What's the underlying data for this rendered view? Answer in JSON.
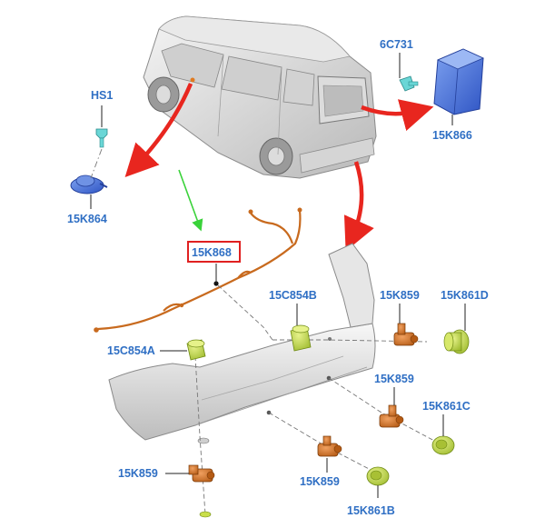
{
  "labels": {
    "hs1": "HS1",
    "p6c731": "6C731",
    "p15k866": "15K866",
    "p15k864": "15K864",
    "p15k868": "15K868",
    "p15c854b": "15C854B",
    "p15k859_a": "15K859",
    "p15k861d": "15K861D",
    "p15c854a": "15C854A",
    "p15k859_b": "15K859",
    "p15k861c": "15K861C",
    "p15k859_c": "15K859",
    "p15k859_d": "15K859",
    "p15k861b": "15K861B"
  },
  "colors": {
    "label": "#2f6fc4",
    "highlight_box": "#e02020",
    "red_arrow": "#e8261f",
    "green_arrow": "#3ad23a",
    "sensor_orange": "#d8782a",
    "ring_green": "#c9de4a",
    "module_blue": "#4a78e0",
    "harness": "#c86a1e"
  },
  "icons": {
    "vehicle": "van-rear-icon",
    "module": "parking-aid-module-icon",
    "buzzer": "buzzer-icon",
    "bumper": "rear-bumper-icon"
  }
}
